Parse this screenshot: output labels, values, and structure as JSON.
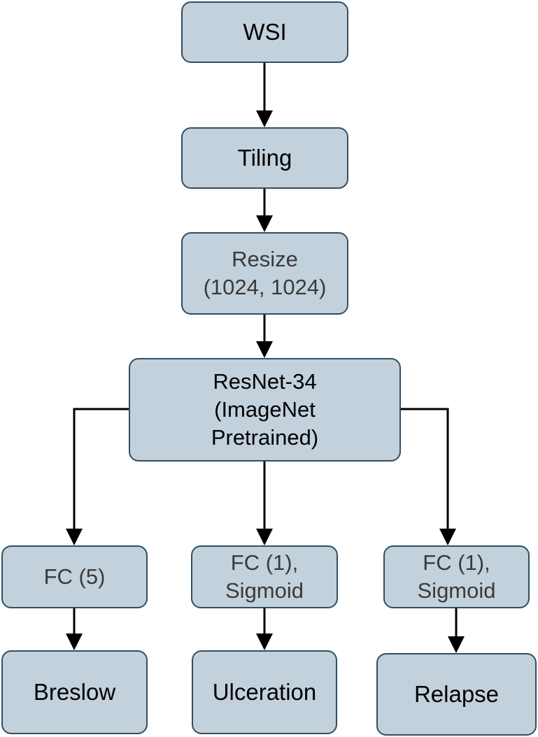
{
  "diagram": {
    "nodes": {
      "wsi": {
        "lines": [
          "WSI"
        ]
      },
      "tiling": {
        "lines": [
          "Tiling"
        ]
      },
      "resize": {
        "lines": [
          "Resize",
          "(1024, 1024)"
        ]
      },
      "resnet": {
        "lines": [
          "ResNet-34",
          "(ImageNet",
          "Pretrained)"
        ]
      },
      "fc_breslow": {
        "lines": [
          "FC (5)"
        ]
      },
      "fc_ulceration": {
        "lines": [
          "FC (1),",
          "Sigmoid"
        ]
      },
      "fc_relapse": {
        "lines": [
          "FC (1),",
          "Sigmoid"
        ]
      },
      "breslow": {
        "lines": [
          "Breslow"
        ]
      },
      "ulceration": {
        "lines": [
          "Ulceration"
        ]
      },
      "relapse": {
        "lines": [
          "Relapse"
        ]
      }
    },
    "edges": [
      {
        "from": "WSI",
        "to": "Tiling"
      },
      {
        "from": "Tiling",
        "to": "Resize (1024, 1024)"
      },
      {
        "from": "Resize (1024, 1024)",
        "to": "ResNet-34 (ImageNet Pretrained)"
      },
      {
        "from": "ResNet-34 (ImageNet Pretrained)",
        "to": "FC (5)"
      },
      {
        "from": "ResNet-34 (ImageNet Pretrained)",
        "to": "FC (1), Sigmoid [Ulceration]"
      },
      {
        "from": "ResNet-34 (ImageNet Pretrained)",
        "to": "FC (1), Sigmoid [Relapse]"
      },
      {
        "from": "FC (5)",
        "to": "Breslow"
      },
      {
        "from": "FC (1), Sigmoid [Ulceration]",
        "to": "Ulceration"
      },
      {
        "from": "FC (1), Sigmoid [Relapse]",
        "to": "Relapse"
      }
    ],
    "colors": {
      "box_fill": "#c3d1dc",
      "box_border": "#2f4f63",
      "arrow": "#000000"
    }
  }
}
